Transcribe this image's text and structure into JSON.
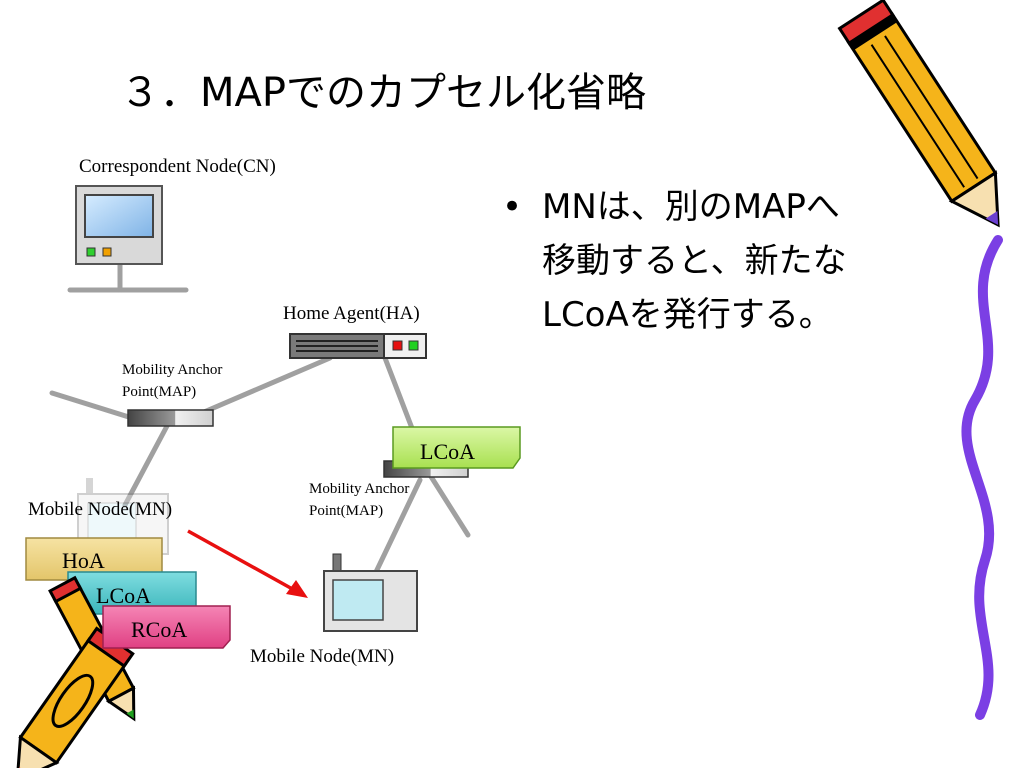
{
  "slide": {
    "title": "３．MAPでのカプセル化省略",
    "bullet_marker": "•",
    "bullet_lines": [
      "MNは、別のMAPへ",
      "移動すると、新たな",
      "LCoAを発行する。"
    ]
  },
  "diagram": {
    "cn_label": "Correspondent Node(CN)",
    "ha_label": "Home Agent(HA)",
    "map_left_label": [
      "Mobility Anchor",
      "Point(MAP)"
    ],
    "map_right_label": [
      "Mobility Anchor",
      "Point(MAP)"
    ],
    "mn_old_label": "Mobile Node(MN)",
    "mn_new_label": "Mobile Node(MN)",
    "tag_hoa": "HoA",
    "tag_lcoa": "LCoA",
    "tag_rcoa": "RCoA",
    "tag_new_lcoa": "LCoA"
  },
  "colors": {
    "hoa": "#f0d88a",
    "lcoa": "#5ccbd0",
    "rcoa": "#f0609a",
    "new_lcoa": "#c6f07a",
    "arrow": "#e81010",
    "link": "#a0a0a0",
    "pencil_body": "#f5b41a",
    "squiggle": "#7b3fe4"
  },
  "icons": [
    "pencil-icon",
    "squiggle-decoration",
    "pc-icon",
    "router-icon",
    "mobile-node-icon"
  ]
}
